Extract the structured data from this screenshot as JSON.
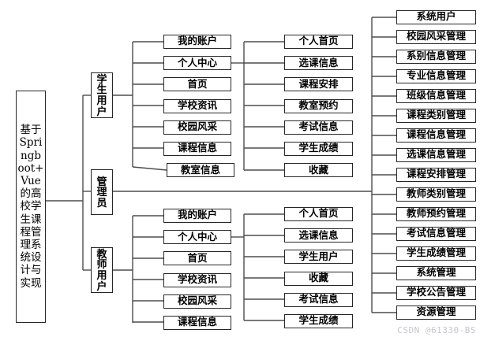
{
  "diagram_title": "基于Springboot+Vue的高校学生课程管理系统设计与实现",
  "watermark": "CSDN @61330-BS",
  "colors": {
    "background": "#ffffff",
    "box_border": "#262626",
    "connector_line": "#4d4d4d",
    "watermark_text": "#c3c7cd"
  },
  "branches": {
    "student": {
      "label": "学生用户",
      "children": [
        "我的账户",
        "个人中心",
        "首页",
        "学校资讯",
        "校园风采",
        "课程信息",
        "教室信息"
      ],
      "personal_center": [
        "个人首页",
        "选课信息",
        "课程安排",
        "教室预约",
        "考试信息",
        "学生成绩",
        "收藏"
      ]
    },
    "admin": {
      "label": "管理员",
      "children": [
        "系统用户",
        "校园风采管理",
        "系别信息管理",
        "专业信息管理",
        "班级信息管理",
        "课程类别管理",
        "课程信息管理",
        "选课信息管理",
        "课程安排管理",
        "教师类别管理",
        "教师预约管理",
        "考试信息管理",
        "学生成绩管理",
        "系统管理",
        "学校公告管理",
        "资源管理"
      ]
    },
    "teacher": {
      "label": "教师用户",
      "children": [
        "我的账户",
        "个人中心",
        "首页",
        "学校资讯",
        "校园风采",
        "课程信息"
      ],
      "personal_center": [
        "个人首页",
        "选课信息",
        "学生用户",
        "收藏",
        "考试信息",
        "学生成绩"
      ]
    }
  }
}
